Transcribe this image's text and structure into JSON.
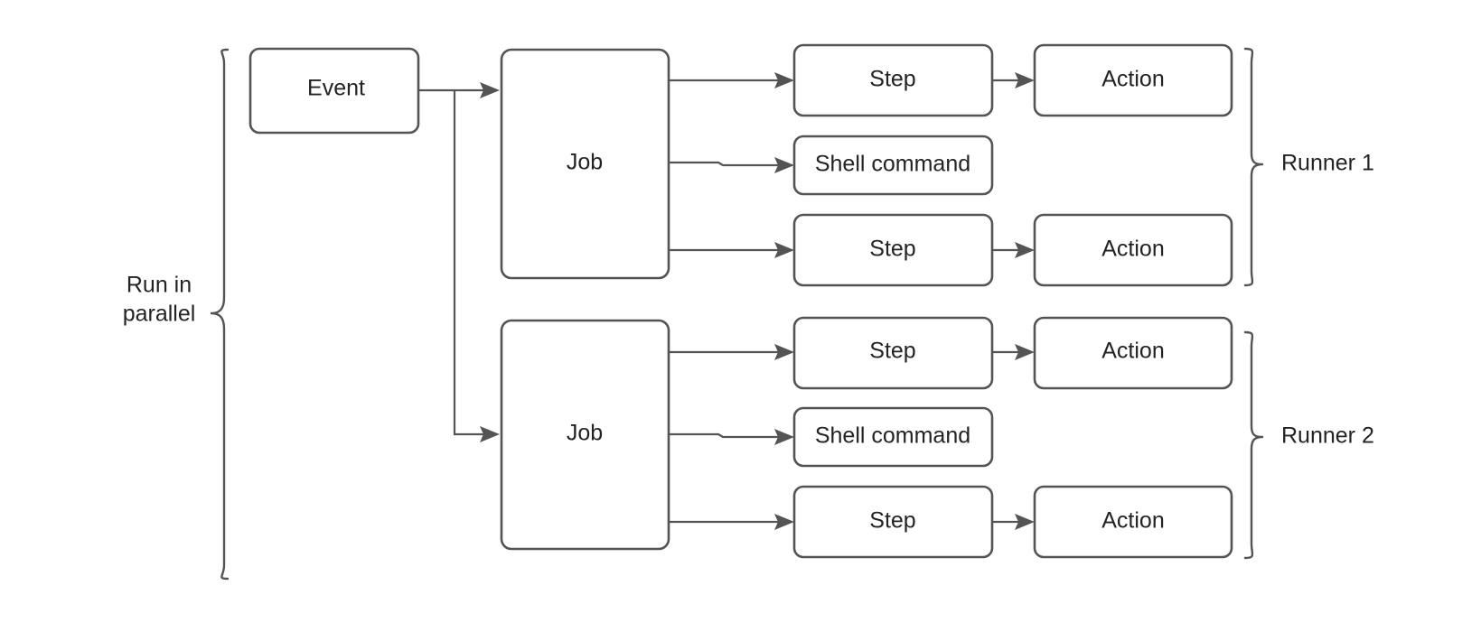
{
  "diagram": {
    "title": "GitHub Actions workflow: event triggers parallel jobs on runners",
    "colors": {
      "stroke": "#545454",
      "fill": "#ffffff",
      "text": "#232323",
      "background": "#ffffff"
    },
    "nodes": {
      "event": {
        "label": "Event"
      },
      "job_top": {
        "label": "Job"
      },
      "job_bottom": {
        "label": "Job"
      },
      "runner1_step1": {
        "label": "Step"
      },
      "runner1_action1": {
        "label": "Action"
      },
      "runner1_shell": {
        "label": "Shell command"
      },
      "runner1_step2": {
        "label": "Step"
      },
      "runner1_action2": {
        "label": "Action"
      },
      "runner2_step1": {
        "label": "Step"
      },
      "runner2_action1": {
        "label": "Action"
      },
      "runner2_shell": {
        "label": "Shell command"
      },
      "runner2_step2": {
        "label": "Step"
      },
      "runner2_action2": {
        "label": "Action"
      }
    },
    "group_labels": {
      "parallel_line1": "Run in",
      "parallel_line2": "parallel",
      "runner1": "Runner 1",
      "runner2": "Runner 2"
    }
  }
}
